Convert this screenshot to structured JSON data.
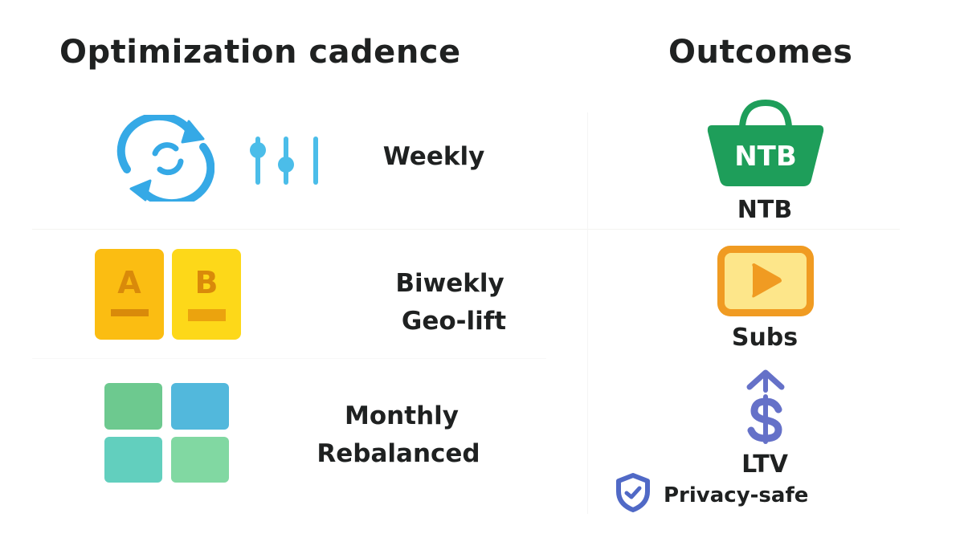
{
  "left_column": {
    "heading": "Optimization cadence",
    "rows": [
      {
        "icons": [
          "refresh-cycle-icon",
          "sliders-icon"
        ],
        "lines": [
          "Weekly"
        ]
      },
      {
        "icons": [
          "ab-test-cards-icon"
        ],
        "card_letters": [
          "A",
          "B"
        ],
        "lines": [
          "Biwekly",
          "Geo-lift"
        ]
      },
      {
        "icons": [
          "grid-tiles-icon"
        ],
        "lines": [
          "Monthly",
          "Rebalanced"
        ]
      }
    ]
  },
  "right_column": {
    "heading": "Outcomes",
    "items": [
      {
        "icon": "shopping-basket-icon",
        "icon_text": "NTB",
        "label": "NTB"
      },
      {
        "icon": "play-video-icon",
        "label": "Subs"
      },
      {
        "icon": "dollar-up-arrow-icon",
        "label": "LTV"
      }
    ],
    "badge": {
      "icon": "shield-check-icon",
      "label": "Privacy-safe"
    }
  },
  "colors": {
    "text": "#1f2121",
    "blue_icon": "#35a9e6",
    "slider_blue": "#4bbde9",
    "card_a": "#fbbd12",
    "card_b": "#fdd819",
    "card_mark": "#d98a0a",
    "tile_1": "#6dc98f",
    "tile_2": "#52b8dc",
    "tile_3": "#62cfbe",
    "tile_4": "#81d8a2",
    "basket_green": "#1e9e5a",
    "play_orange": "#f09b22",
    "play_fill": "#fde68a",
    "ltv_purple": "#6571c8",
    "shield_blue": "#5069c6"
  }
}
